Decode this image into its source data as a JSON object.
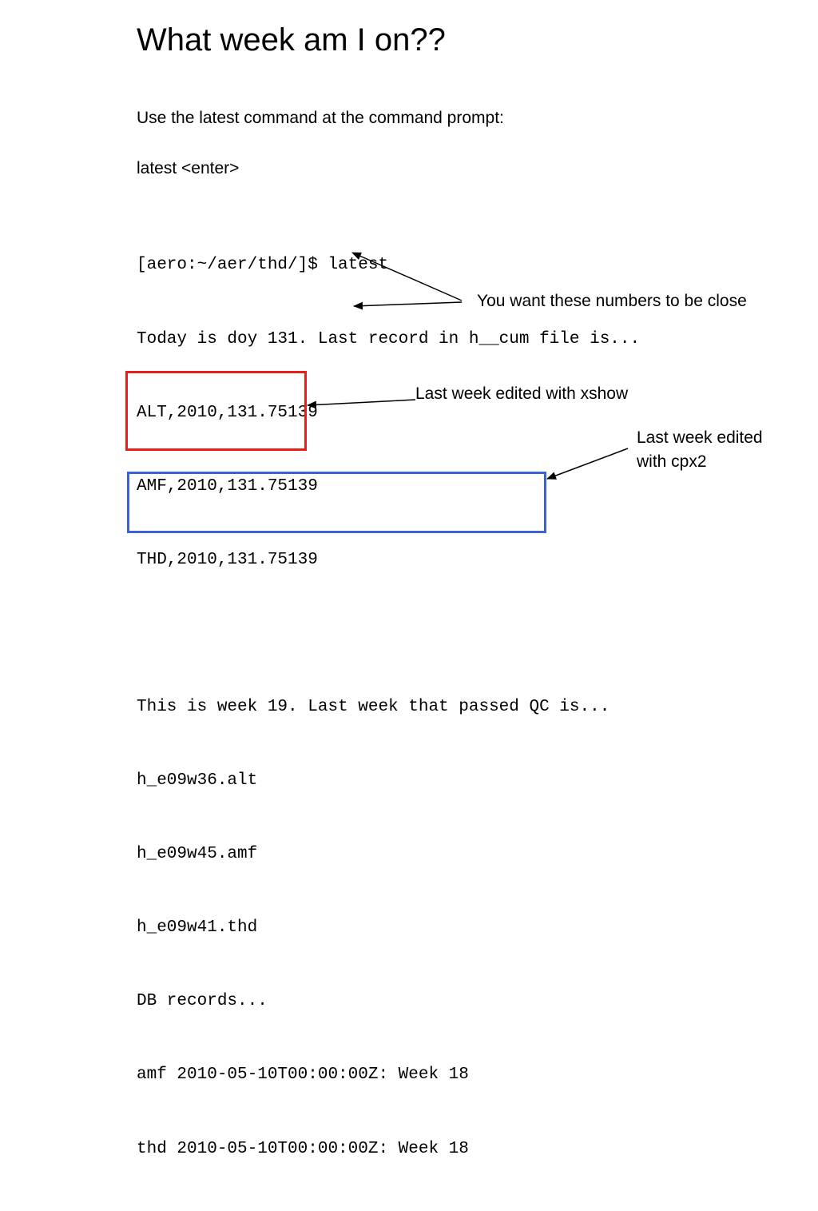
{
  "slide": {
    "title": "What week am I on??",
    "intro": "Use the latest command at the command prompt:",
    "command": "latest <enter>",
    "terminal_lines": [
      "[aero:~/aer/thd/]$ latest",
      "Today is doy 131. Last record in h__cum file is...",
      "ALT,2010,131.75139",
      "AMF,2010,131.75139",
      "THD,2010,131.75139",
      "",
      "This is week 19. Last week that passed QC is...",
      "h_e09w36.alt",
      "h_e09w45.amf",
      "h_e09w41.thd",
      "DB records...",
      "amf 2010-05-10T00:00:00Z: Week 18",
      "thd 2010-05-10T00:00:00Z: Week 18"
    ],
    "callouts": {
      "close_numbers": "You want these numbers to be close",
      "xshow": "Last week edited with xshow",
      "cpx2_line1": "Last week edited",
      "cpx2_line2": "with cpx2"
    },
    "colors": {
      "text": "#000000",
      "red_box": "#e8201c",
      "blue_box": "#3a63d8",
      "background": "#ffffff"
    }
  }
}
